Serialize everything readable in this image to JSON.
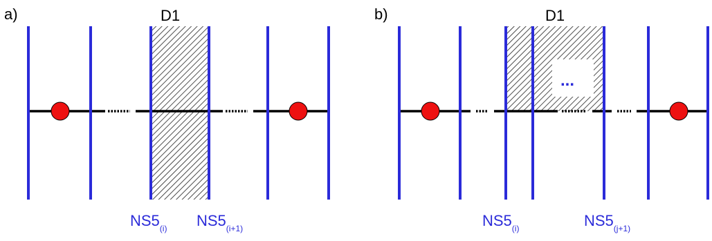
{
  "colors": {
    "brane": "#2b2bd9",
    "dot": "#ee1111",
    "line": "#000000",
    "hatch": "#222222"
  },
  "panel_a": {
    "label": "a)",
    "region_label": "D1",
    "ns_left": {
      "main": "NS5",
      "sub": "(i)"
    },
    "ns_right": {
      "main": "NS5",
      "sub": "(i+1)"
    }
  },
  "panel_b": {
    "label": "b)",
    "region_label": "D1",
    "inner_dots": "...",
    "ns_left": {
      "main": "NS5",
      "sub": "(i)"
    },
    "ns_right": {
      "main": "NS5",
      "sub": "(j+1)"
    }
  }
}
